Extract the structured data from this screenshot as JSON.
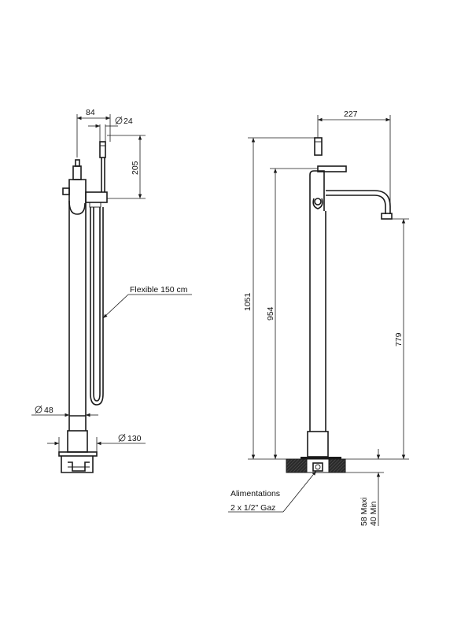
{
  "left_view": {
    "dim_width_top": "84",
    "dim_diameter_handshower": "24",
    "dim_handshower_height": "205",
    "hose_label": "Flexible 150 cm",
    "dim_diameter_column": "48",
    "dim_diameter_base": "130"
  },
  "right_view": {
    "dim_spout_reach": "227",
    "dim_total_height": "1051",
    "dim_handle_height": "954",
    "dim_spout_height": "779",
    "supply_label_line1": "Alimentations",
    "supply_label_line2": "2 x 1/2\" Gaz",
    "floor_max": "58 Maxi",
    "floor_min": "40 Min"
  },
  "colors": {
    "line": "#1a1a1a",
    "hatch": "#1a1a1a"
  }
}
